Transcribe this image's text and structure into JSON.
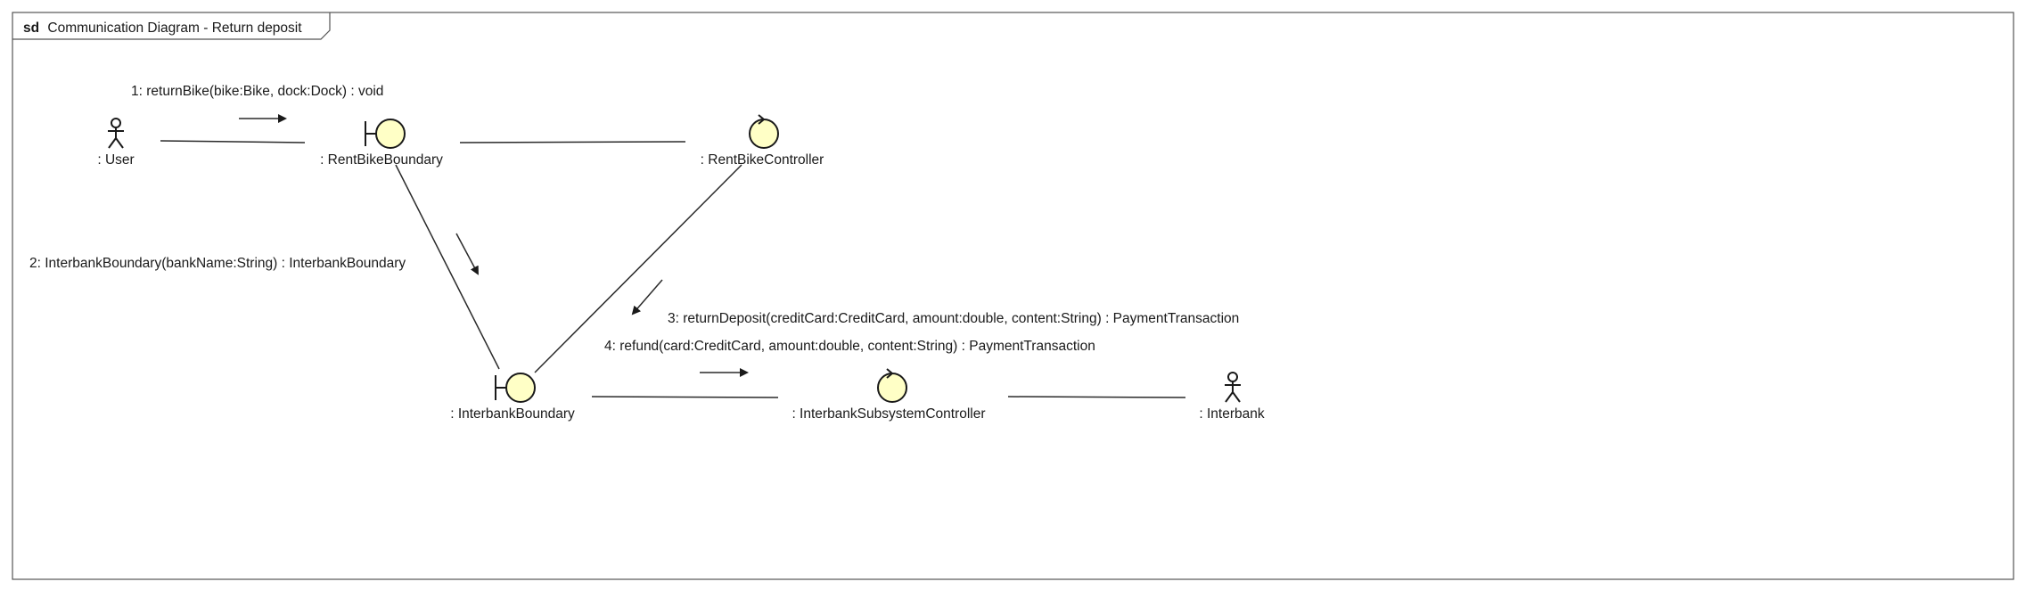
{
  "frame": {
    "keyword": "sd",
    "title": "Communication Diagram - Return deposit"
  },
  "lifelines": {
    "user": ": User",
    "rent_bike_boundary": ": RentBikeBoundary",
    "rent_bike_controller": ": RentBikeController",
    "interbank_boundary": ": InterbankBoundary",
    "interbank_subsystem_controller": ": InterbankSubsystemController",
    "interbank": ": Interbank"
  },
  "messages": {
    "m1": "1: returnBike(bike:Bike, dock:Dock) : void",
    "m2": "2: InterbankBoundary(bankName:String) : InterbankBoundary",
    "m3": "3: returnDeposit(creditCard:CreditCard, amount:double, content:String) : PaymentTransaction",
    "m4": "4: refund(card:CreditCard, amount:double, content:String) : PaymentTransaction"
  },
  "colors": {
    "element_fill": "#ffffc6",
    "stroke": "#1a1a1a"
  }
}
